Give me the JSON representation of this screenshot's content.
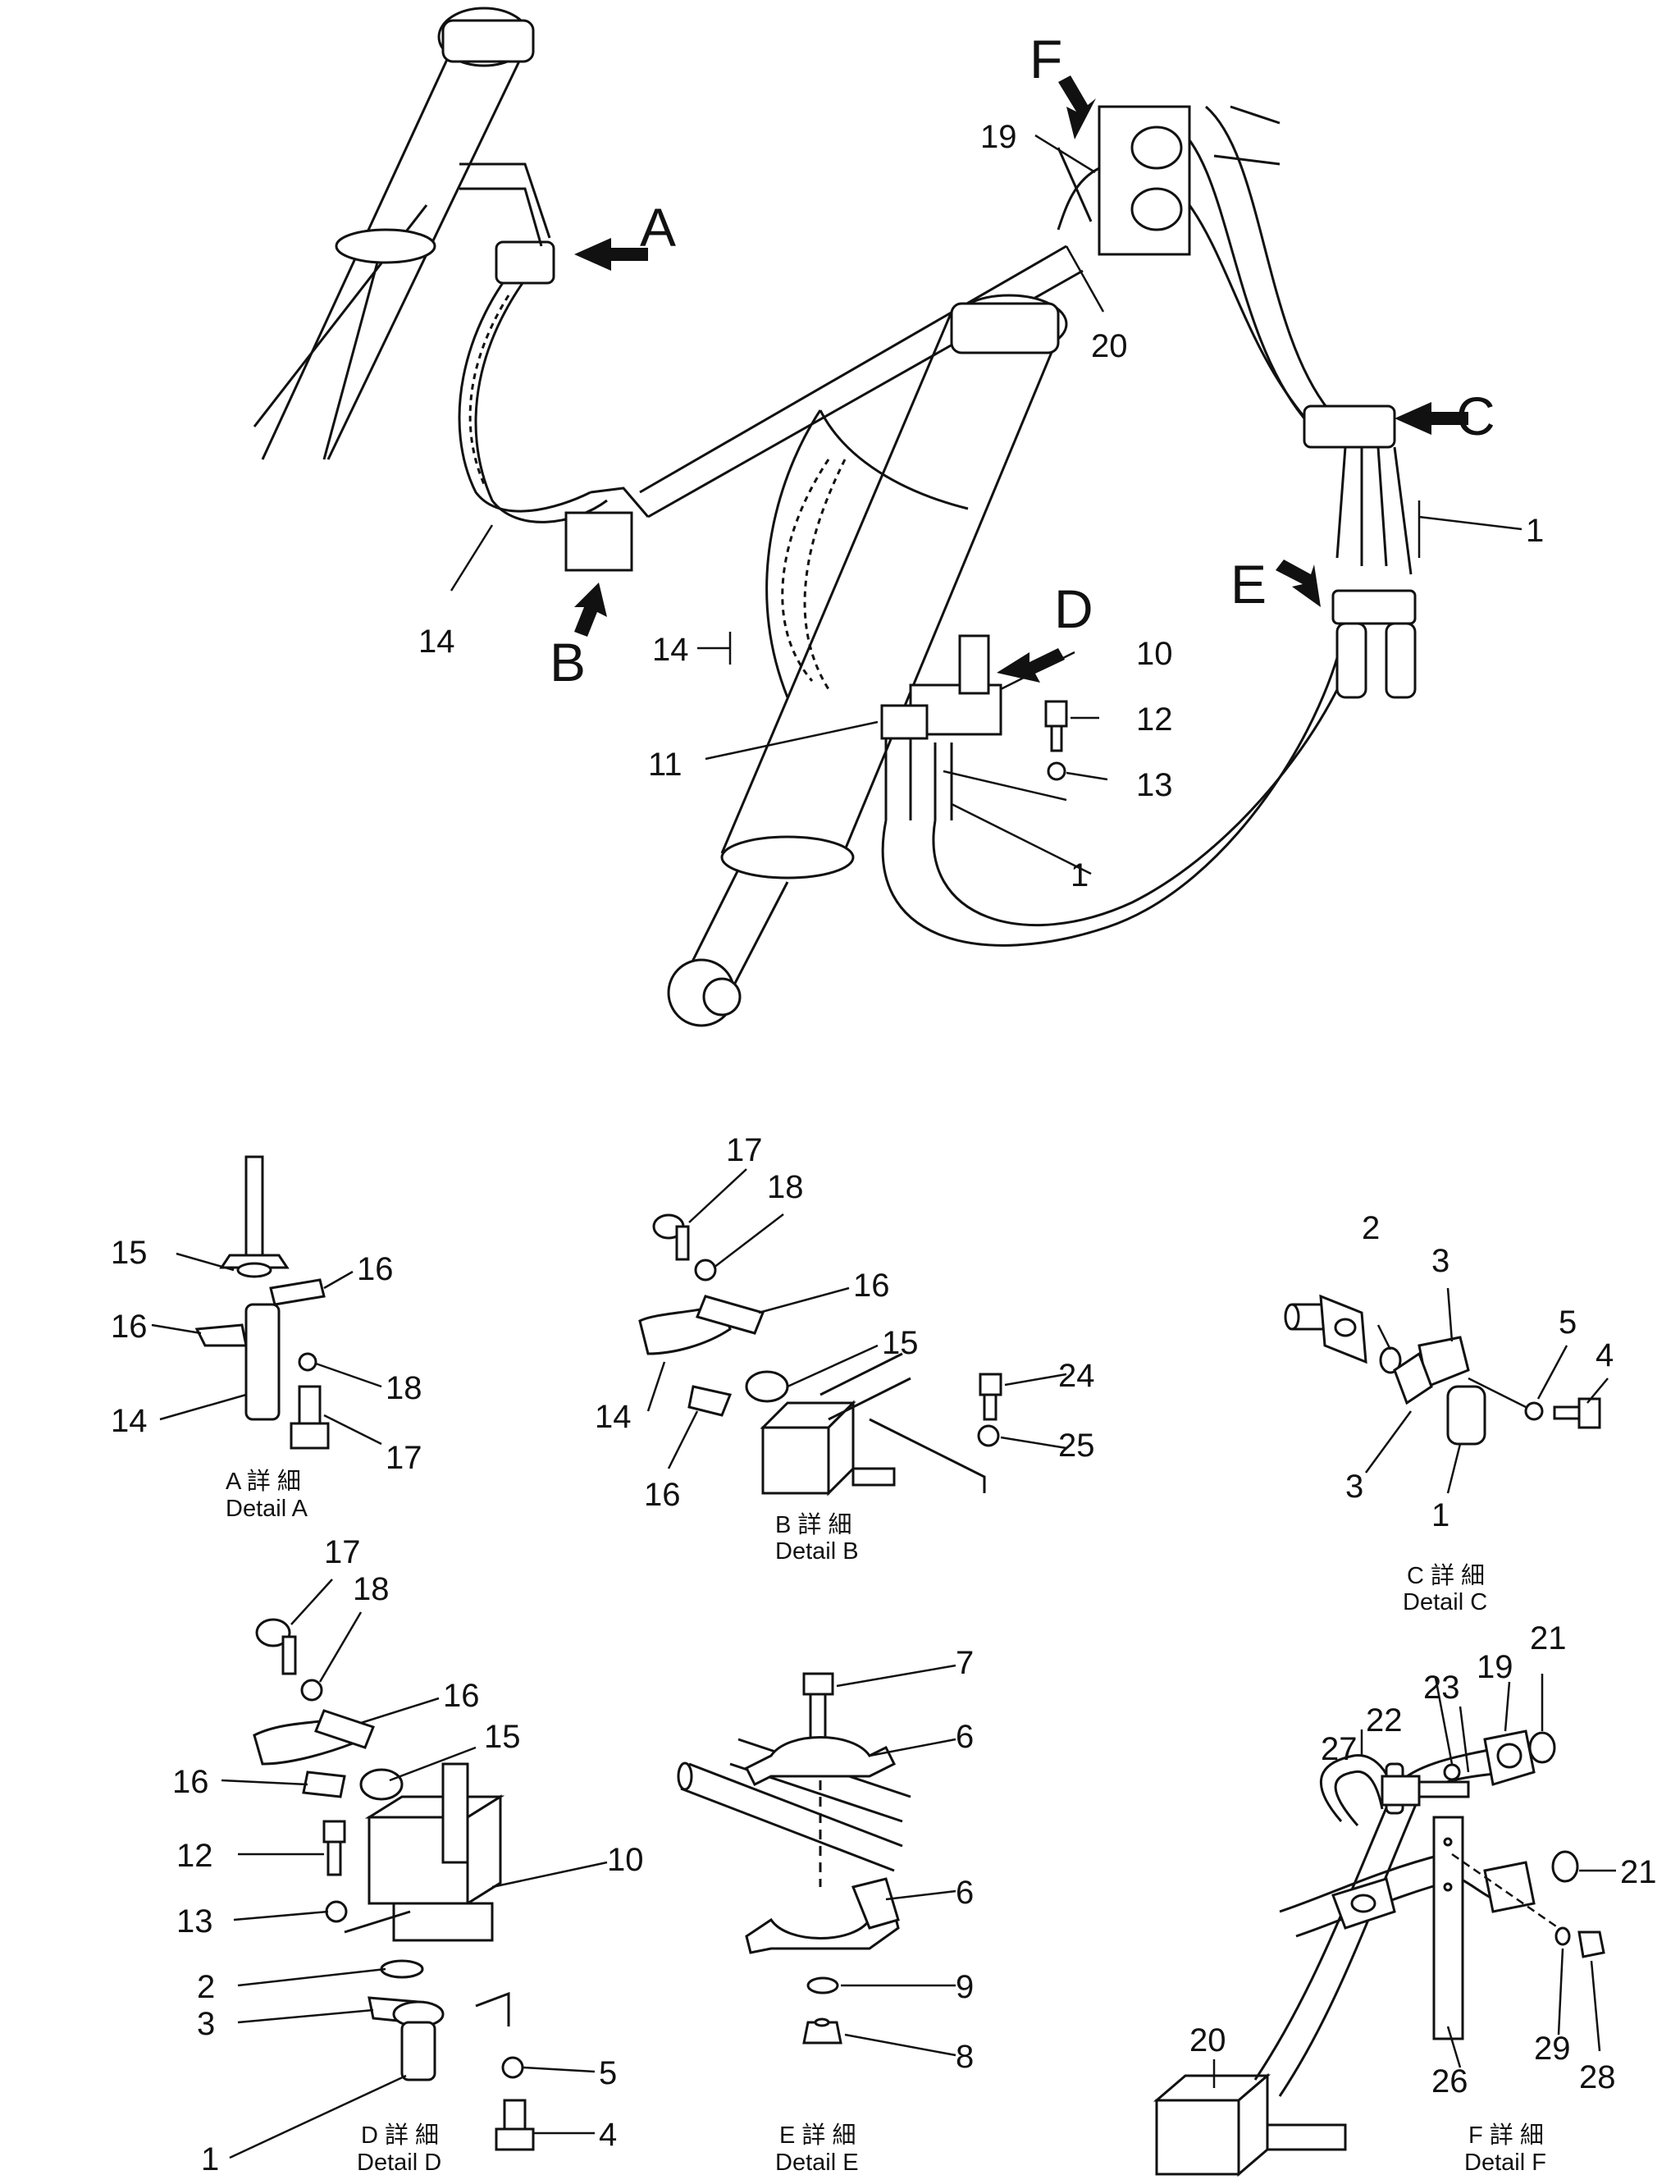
{
  "callouts": {
    "A": "A",
    "B": "B",
    "C": "C",
    "D": "D",
    "E": "E",
    "F": "F",
    "main_19": "19",
    "main_20": "20",
    "main_1a": "1",
    "main_14a": "14",
    "main_14b": "14",
    "main_10": "10",
    "main_12": "12",
    "main_11": "11",
    "main_13": "13",
    "main_1b": "1"
  },
  "detail_a": {
    "caption_jp": "A 詳 細",
    "caption_en": "Detail A",
    "p15": "15",
    "p16a": "16",
    "p16b": "16",
    "p14": "14",
    "p18": "18",
    "p17": "17"
  },
  "detail_b": {
    "caption_jp": "B 詳 細",
    "caption_en": "Detail B",
    "p17": "17",
    "p18": "18",
    "p16a": "16",
    "p15": "15",
    "p24": "24",
    "p14": "14",
    "p16b": "16",
    "p25": "25"
  },
  "detail_c": {
    "caption_jp": "C 詳 細",
    "caption_en": "Detail C",
    "p2": "2",
    "p3a": "3",
    "p5": "5",
    "p4": "4",
    "p3b": "3",
    "p1": "1"
  },
  "detail_d": {
    "caption_jp": "D 詳 細",
    "caption_en": "Detail D",
    "p17": "17",
    "p18": "18",
    "p16a": "16",
    "p15": "15",
    "p16b": "16",
    "p12": "12",
    "p10": "10",
    "p13": "13",
    "p2": "2",
    "p3": "3",
    "p5": "5",
    "p1": "1",
    "p4": "4"
  },
  "detail_e": {
    "caption_jp": "E 詳 細",
    "caption_en": "Detail E",
    "p7": "7",
    "p6a": "6",
    "p6b": "6",
    "p9": "9",
    "p8": "8"
  },
  "detail_f": {
    "caption_jp": "F 詳 細",
    "caption_en": "Detail F",
    "p21a": "21",
    "p23": "23",
    "p19": "19",
    "p22": "22",
    "p27": "27",
    "p21b": "21",
    "p20": "20",
    "p26": "26",
    "p29": "29",
    "p28": "28"
  }
}
